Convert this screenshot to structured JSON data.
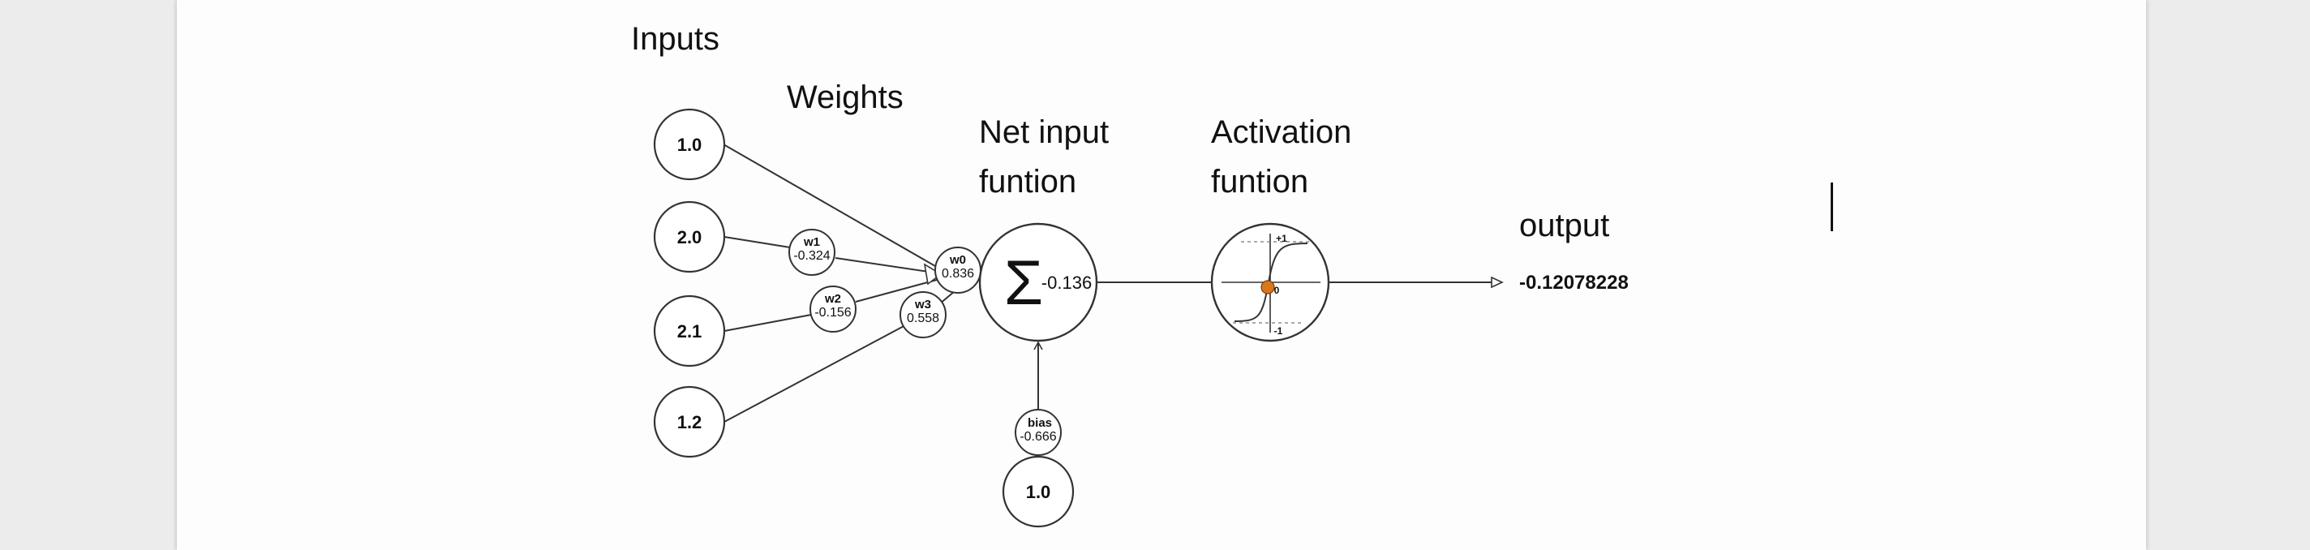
{
  "headings": {
    "inputs": "Inputs",
    "weights": "Weights",
    "net_input_line1": "Net input",
    "net_input_line2": "funtion",
    "activation_line1": "Activation",
    "activation_line2": "funtion",
    "output": "output"
  },
  "inputs": [
    "1.0",
    "2.0",
    "2.1",
    "1.2"
  ],
  "weights": {
    "w0": {
      "name": "w0",
      "value": "0.836"
    },
    "w1": {
      "name": "w1",
      "value": "-0.324"
    },
    "w2": {
      "name": "w2",
      "value": "-0.156"
    },
    "w3": {
      "name": "w3",
      "value": "0.558"
    }
  },
  "sum": {
    "symbol": "Σ",
    "value": "-0.136"
  },
  "bias": {
    "name": "bias",
    "value": "-0.666",
    "input": "1.0"
  },
  "activation_ticks": {
    "top": "+1",
    "bottom": "-1",
    "origin": "0"
  },
  "output_value": "-0.12078228",
  "colors": {
    "activation_dot": "#d9771e",
    "stroke": "#333333"
  }
}
